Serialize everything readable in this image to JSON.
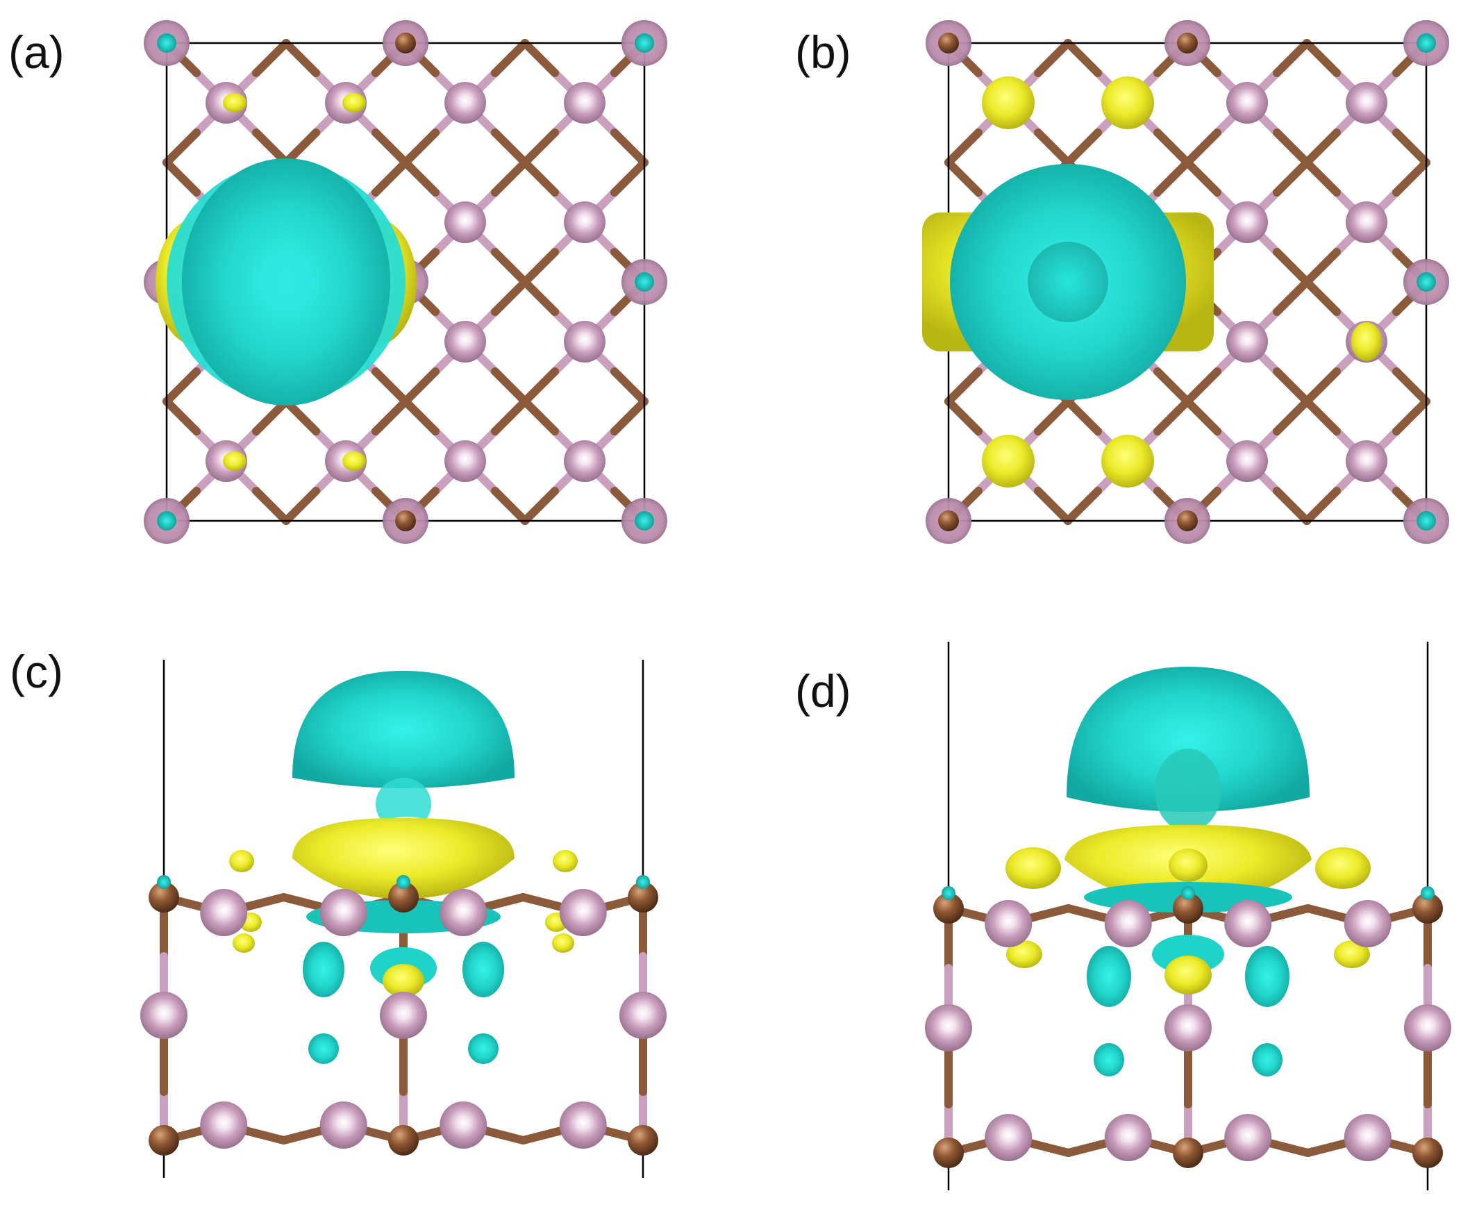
{
  "panels": [
    {
      "id": "a",
      "label": "(a)",
      "view": "top",
      "cation": "cyan",
      "side_lobes": "yellow-small"
    },
    {
      "id": "b",
      "label": "(b)",
      "view": "top",
      "cation": "cyan",
      "side_lobes": "yellow-large"
    },
    {
      "id": "c",
      "label": "(c)",
      "view": "side"
    },
    {
      "id": "d",
      "label": "(d)",
      "view": "side"
    }
  ],
  "colors": {
    "metal_atom": "#8a5532",
    "nonmetal_atom": "#c79ab8",
    "bond_brown": "#8b5a3a",
    "bond_pink": "#c9a0bd",
    "depletion": "#22d8cc",
    "accumulation": "#f0ee2a",
    "cell_outline": "#000000",
    "background": "#ffffff"
  },
  "icons": {
    "atom": "sphere-icon",
    "isosurface": "blob-icon"
  }
}
